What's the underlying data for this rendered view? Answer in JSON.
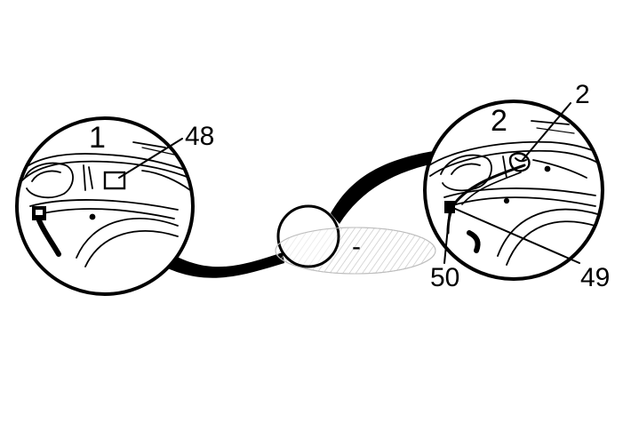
{
  "detail_left": {
    "number": "1"
  },
  "detail_right": {
    "number": "2"
  },
  "callouts": {
    "c48": "48",
    "c2": "2",
    "c50": "50",
    "c49": "49"
  },
  "center_mark": "-"
}
